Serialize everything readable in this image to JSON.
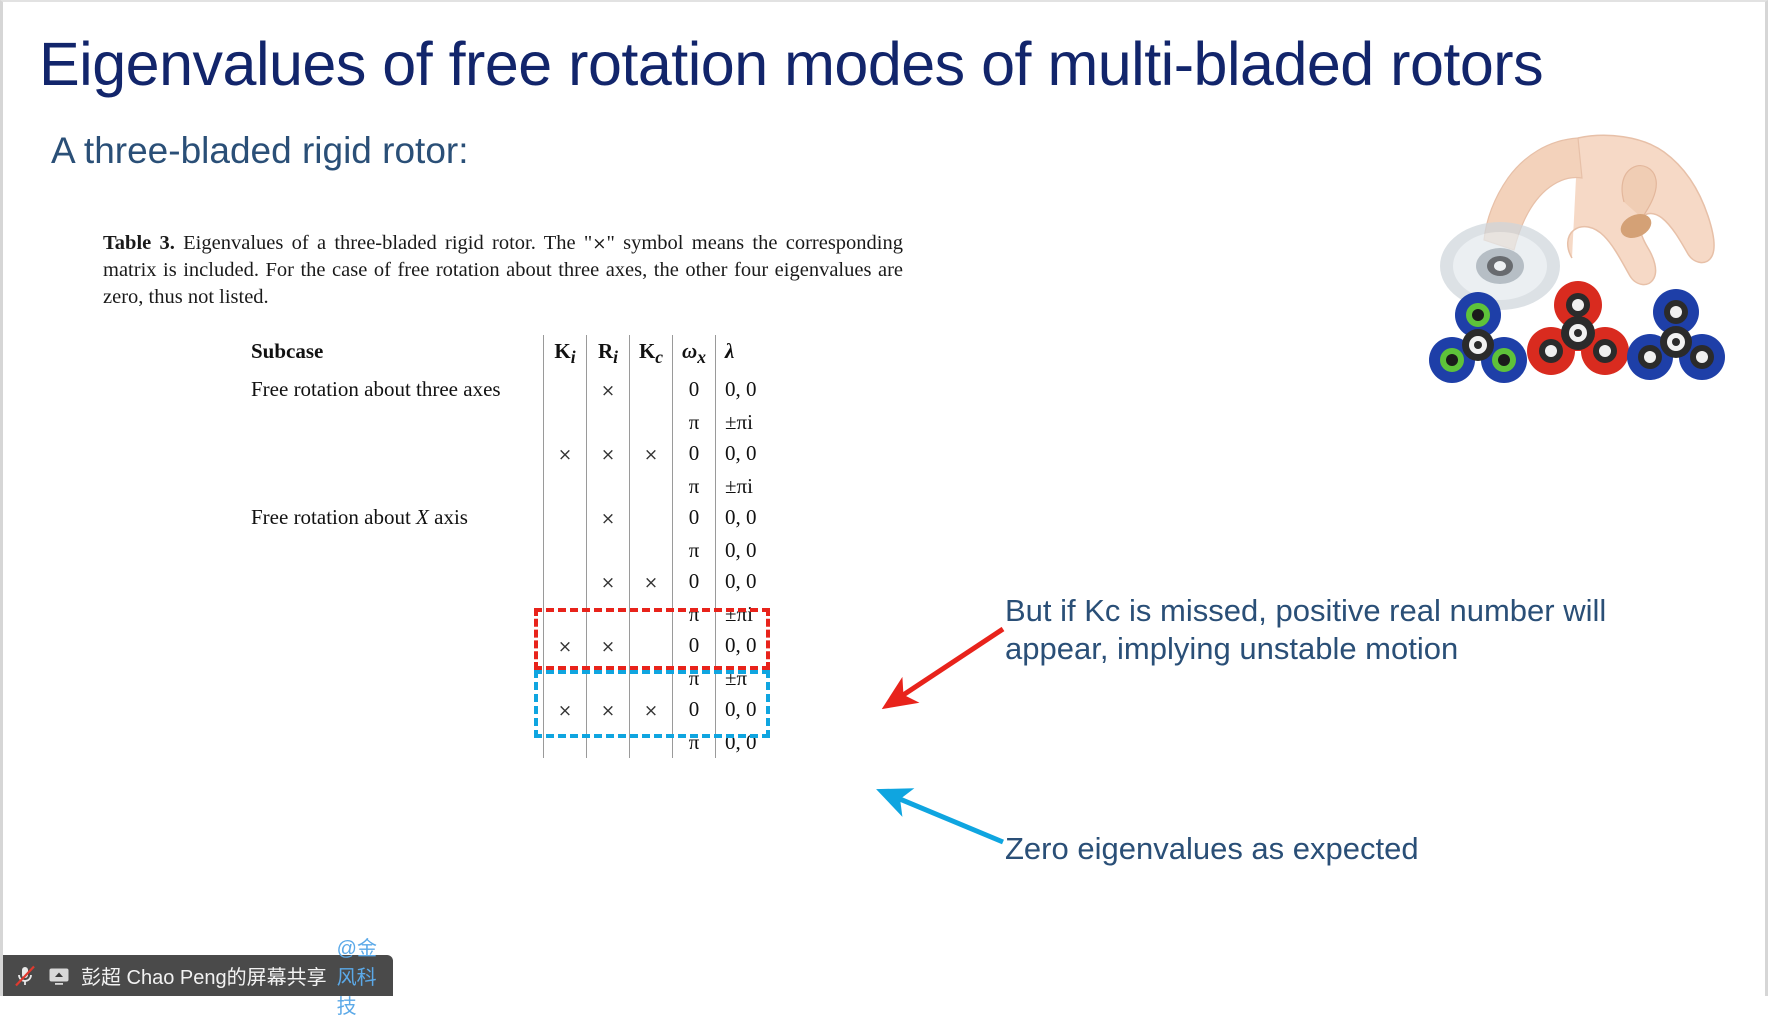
{
  "slide": {
    "title": "Eigenvalues of free rotation modes of multi-bladed rotors",
    "subtitle": "A three-bladed rigid rotor:",
    "title_color": "#12256b",
    "subtitle_color": "#2a4f77"
  },
  "figure": {
    "caption_label": "Table 3.",
    "caption_text_1": " Eigenvalues of a three-bladed rigid rotor. The \"",
    "caption_symbol": "×",
    "caption_text_2": "\" symbol means the corresponding matrix is included. For the case of free rotation about three axes, the other four eigenvalues are zero, thus not listed."
  },
  "table": {
    "headers": [
      "Subcase",
      "Ki",
      "Ri",
      "Kc",
      "ωx",
      "λ"
    ],
    "header_display": {
      "subcase": "Subcase",
      "ki_base": "K",
      "ki_sub": "i",
      "ri_base": "R",
      "ri_sub": "i",
      "kc_base": "K",
      "kc_sub": "c",
      "wx_base": "ω",
      "wx_sub": "x",
      "lambda": "λ"
    },
    "groups": [
      {
        "label": "Free rotation about three axes",
        "blocks": [
          {
            "Ki": "",
            "Ri": "×",
            "Kc": "",
            "rows": [
              {
                "wx": "0",
                "lambda": "0, 0"
              },
              {
                "wx": "π",
                "lambda": "±πi"
              }
            ]
          },
          {
            "Ki": "×",
            "Ri": "×",
            "Kc": "×",
            "rows": [
              {
                "wx": "0",
                "lambda": "0, 0"
              },
              {
                "wx": "π",
                "lambda": "±πi"
              }
            ]
          }
        ]
      },
      {
        "label": "Free rotation about X axis",
        "blocks": [
          {
            "Ki": "",
            "Ri": "×",
            "Kc": "",
            "rows": [
              {
                "wx": "0",
                "lambda": "0, 0"
              },
              {
                "wx": "π",
                "lambda": "0, 0"
              }
            ]
          },
          {
            "Ki": "",
            "Ri": "×",
            "Kc": "×",
            "rows": [
              {
                "wx": "0",
                "lambda": "0, 0"
              },
              {
                "wx": "π",
                "lambda": "±πi"
              }
            ]
          },
          {
            "Ki": "×",
            "Ri": "×",
            "Kc": "",
            "highlight": "red",
            "rows": [
              {
                "wx": "0",
                "lambda": "0, 0"
              },
              {
                "wx": "π",
                "lambda": "±π"
              }
            ]
          },
          {
            "Ki": "×",
            "Ri": "×",
            "Kc": "×",
            "highlight": "blue",
            "rows": [
              {
                "wx": "0",
                "lambda": "0, 0"
              },
              {
                "wx": "π",
                "lambda": "0, 0"
              }
            ]
          }
        ]
      }
    ]
  },
  "annotations": [
    {
      "id": "red",
      "text": "But if Kc is missed, positive real number will appear, implying unstable motion",
      "color": "#2a4f77",
      "arrow_color": "#e8231b"
    },
    {
      "id": "blue",
      "text": "Zero eigenvalues as expected",
      "color": "#2a4f77",
      "arrow_color": "#0fa5e0"
    }
  ],
  "highlights": {
    "red_color": "#e8231b",
    "blue_color": "#0fa5e0"
  },
  "taskbar": {
    "mic_icon": "mic-muted-icon",
    "share_icon": "screen-share-icon",
    "label": "彭超 Chao Peng的屏幕共享",
    "org": "@金风科技",
    "background": "#4a4a4a"
  }
}
